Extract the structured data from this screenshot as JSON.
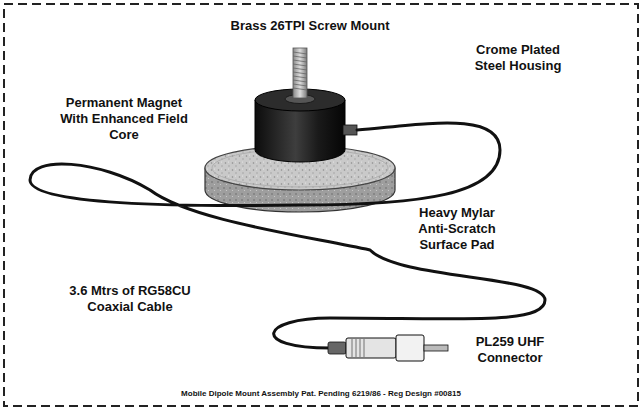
{
  "diagram": {
    "caption": "Mobile Dipole Mount Assembly Pat. Pending 6219/86 - Reg Design #00815",
    "labels": [
      "Brass 26TPI Screw Mount",
      "Crome Plated Steel Housing",
      "Permanent Magnet With Enhanced Field Core",
      "Heavy Mylar Anti-Scratch Surface Pad",
      "3.6 Mtrs of RG58CU Coaxial Cable",
      "PL259 UHF Connector"
    ]
  }
}
